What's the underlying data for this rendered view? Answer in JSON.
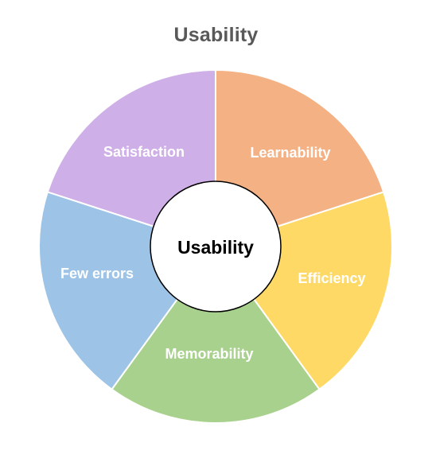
{
  "title": "Usability",
  "center": {
    "label": "Usability",
    "fill": "#ffffff",
    "stroke": "#000000"
  },
  "segments": [
    {
      "id": "learnability",
      "label": "Learnability",
      "color": "#f4b183"
    },
    {
      "id": "efficiency",
      "label": "Efficiency",
      "color": "#ffd966"
    },
    {
      "id": "memorability",
      "label": "Memorability",
      "color": "#a9d18e"
    },
    {
      "id": "few-errors",
      "label": "Few errors",
      "color": "#9dc3e6"
    },
    {
      "id": "satisfaction",
      "label": "Satisfaction",
      "color": "#cfafe7"
    }
  ]
}
